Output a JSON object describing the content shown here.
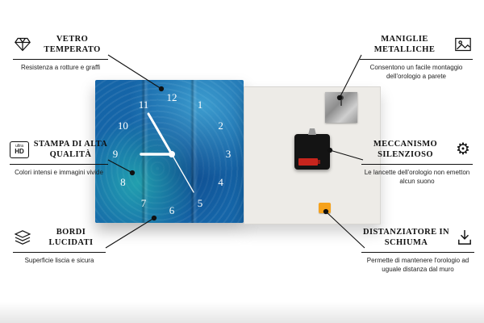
{
  "callouts": {
    "left": [
      {
        "icon": "diamond-icon",
        "title": "VETRO TEMPERATO",
        "desc": "Resistenza a rotture e graffi"
      },
      {
        "icon": "ultra-hd-icon",
        "title": "STAMPA DI ALTA QUALITÀ",
        "desc": "Colori intensi e immagini vivide"
      },
      {
        "icon": "polished-edges-icon",
        "title": "BORDI LUCIDATI",
        "desc": "Superficie liscia e sicura"
      }
    ],
    "right": [
      {
        "icon": "picture-frame-icon",
        "title": "MANIGLIE METALLICHE",
        "desc": "Consentono un facile montaggio dell'orologio a parete"
      },
      {
        "icon": "gear-icon",
        "title": "MECCANISMO SILENZIOSO",
        "desc": "Le lancette dell'orologio non emetton alcun suono"
      },
      {
        "icon": "foam-spacer-icon",
        "title": "DISTANZIATORE IN SCHIUMA",
        "desc": "Permette di mantenere l'orologio ad uguale distanza dal muro"
      }
    ]
  },
  "icons": {
    "ultra_hd_top": "ultra",
    "ultra_hd_bottom": "HD",
    "gear_glyph": "⚙"
  },
  "clock": {
    "numbers": [
      "12",
      "1",
      "2",
      "3",
      "4",
      "5",
      "6",
      "7",
      "8",
      "9",
      "10",
      "11"
    ]
  },
  "colors": {
    "clock_blue": "#1565a8",
    "foam_orange": "#f6a21c",
    "battery_red": "#c8251d",
    "line_black": "#111111"
  }
}
